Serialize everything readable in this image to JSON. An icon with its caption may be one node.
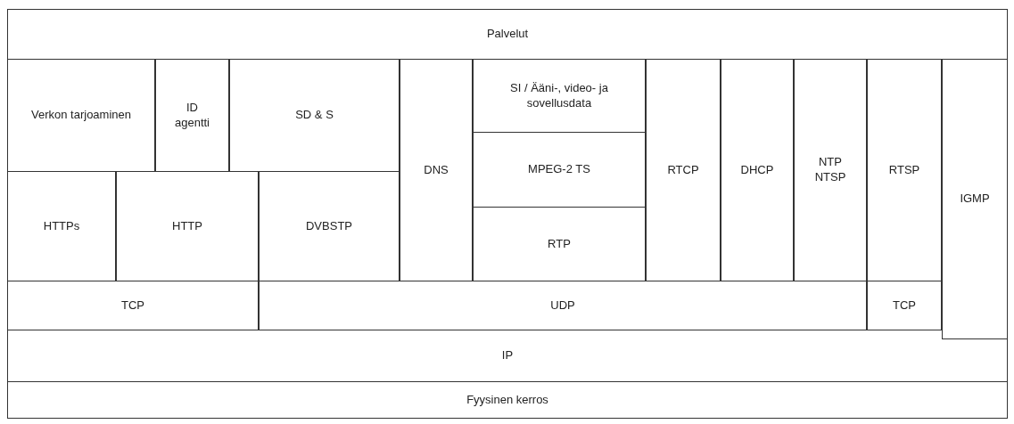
{
  "diagram": {
    "nodes": [
      {
        "text": [
          "Palvelut"
        ]
      },
      {
        "text": [
          "Verkon tarjoaminen"
        ]
      },
      {
        "text": [
          "ID agentti"
        ]
      },
      {
        "text": [
          "SD & S"
        ]
      },
      {
        "text": [
          "DNS"
        ]
      },
      {
        "text": [
          "SI / Ääni-, video- ja sovellusdata"
        ]
      },
      {
        "text": [
          "RTCP"
        ]
      },
      {
        "text": [
          "DHCP"
        ]
      },
      {
        "text": [
          "NTP NTSP"
        ]
      },
      {
        "text": [
          "RTSP"
        ]
      },
      {
        "text": [
          "IGMP"
        ]
      },
      {
        "text": [
          "MPEG-2 TS"
        ]
      },
      {
        "text": [
          "HTTPs"
        ]
      },
      {
        "text": [
          "HTTP"
        ]
      },
      {
        "text": [
          "DVBSTP"
        ]
      },
      {
        "text": [
          "RTP"
        ]
      },
      {
        "text": [
          "TCP"
        ]
      },
      {
        "text": [
          "UDP"
        ]
      },
      {
        "text": [
          "TCP"
        ]
      },
      {
        "text": [
          "IP"
        ]
      },
      {
        "text": [
          "Fyysinen kerros"
        ]
      }
    ]
  }
}
